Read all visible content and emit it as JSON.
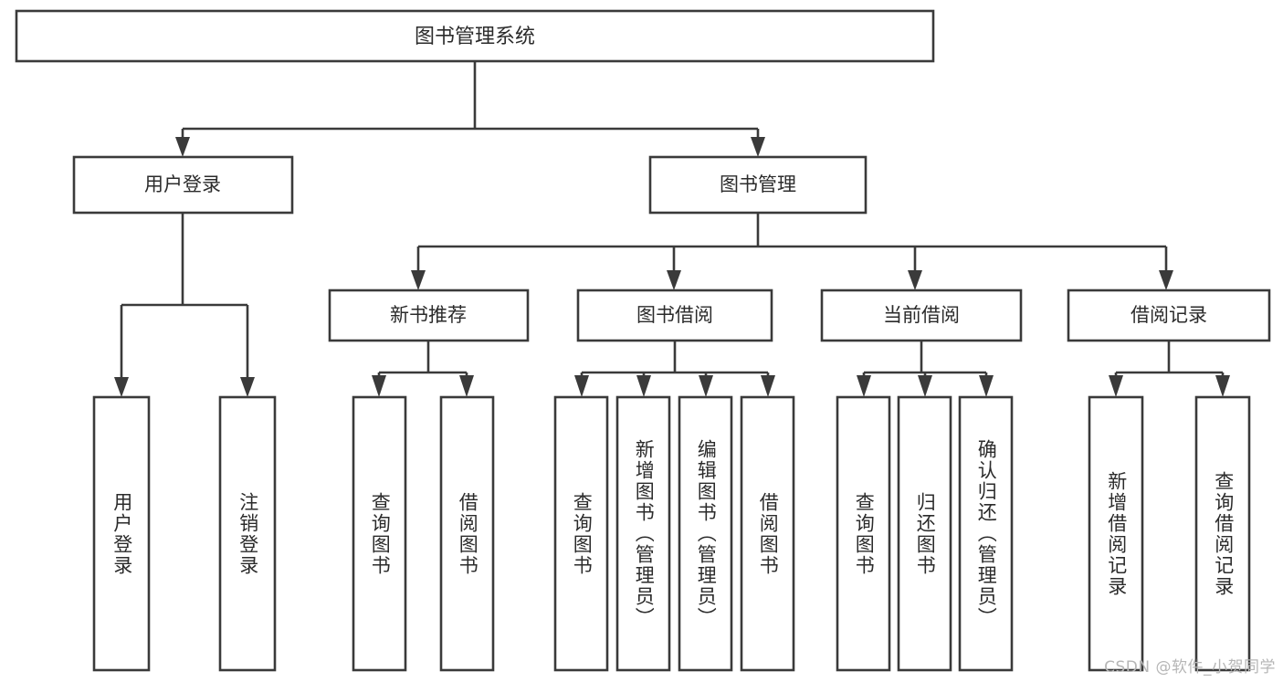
{
  "diagram": {
    "type": "tree",
    "title": "图书管理系统",
    "orientation": "top-down",
    "colors": {
      "stroke": "#3a3a3a",
      "box_fill": "#ffffff",
      "text": "#2b2b2b",
      "background": "#ffffff",
      "watermark": "#b6b6b6"
    },
    "root": {
      "label": "图书管理系统",
      "orientation": "horizontal"
    },
    "level2": [
      {
        "label": "用户登录",
        "orientation": "horizontal"
      },
      {
        "label": "图书管理",
        "orientation": "horizontal"
      }
    ],
    "level3": [
      {
        "label": "新书推荐",
        "orientation": "horizontal"
      },
      {
        "label": "图书借阅",
        "orientation": "horizontal"
      },
      {
        "label": "当前借阅",
        "orientation": "horizontal"
      },
      {
        "label": "借阅记录",
        "orientation": "horizontal"
      }
    ],
    "leaves": {
      "user_login": [
        {
          "label": "用户登录",
          "orientation": "vertical"
        },
        {
          "label": "注销登录",
          "orientation": "vertical"
        }
      ],
      "new_book_recommend": [
        {
          "label": "查询图书",
          "orientation": "vertical"
        },
        {
          "label": "借阅图书",
          "orientation": "vertical"
        }
      ],
      "book_borrow": [
        {
          "label": "查询图书",
          "orientation": "vertical"
        },
        {
          "label": "新增图书（管理员）",
          "orientation": "vertical"
        },
        {
          "label": "编辑图书（管理员）",
          "orientation": "vertical"
        },
        {
          "label": "借阅图书",
          "orientation": "vertical"
        }
      ],
      "current_borrow": [
        {
          "label": "查询图书",
          "orientation": "vertical"
        },
        {
          "label": "归还图书",
          "orientation": "vertical"
        },
        {
          "label": "确认归还（管理员）",
          "orientation": "vertical"
        }
      ],
      "borrow_record": [
        {
          "label": "新增借阅记录",
          "orientation": "vertical"
        },
        {
          "label": "查询借阅记录",
          "orientation": "vertical"
        }
      ]
    }
  },
  "watermark": {
    "text": "CSDN @软件_小贺同学"
  }
}
